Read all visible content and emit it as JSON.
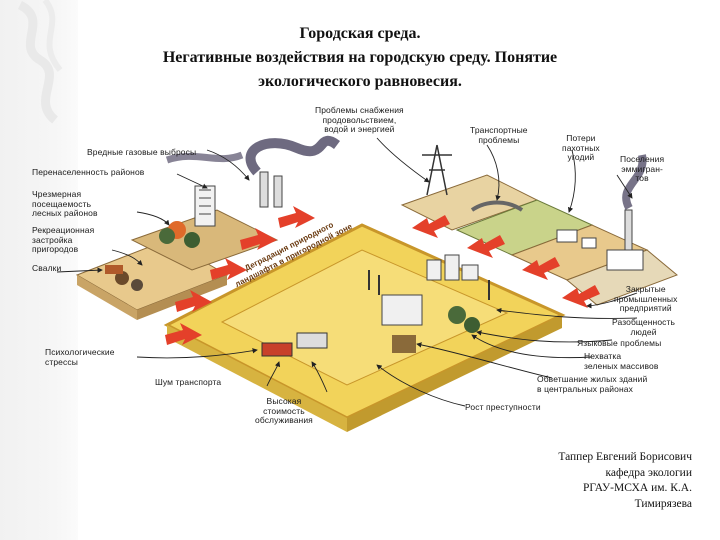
{
  "slide": {
    "title_line1": "Городская среда.",
    "title_line2": "Негативные воздействия на городскую среду. Понятие",
    "title_line3": "экологического равновесия."
  },
  "diagram": {
    "labels": {
      "supply_problems": "Проблемы снабжения\nпродовольствием,\nводой и энергией",
      "transport_problems": "Транспортные\nпроблемы",
      "arable_loss": "Потери\nпахотных\nугодий",
      "emigrant_settlements": "Поселения\nэммигран-\nтов",
      "harmful_emissions": "Вредные газовые выбросы",
      "overpopulation": "Перенаселенность районов",
      "forest_overuse": "Чрезмерная\nпосещаемость\nлесных районов",
      "recreational_building": "Рекреационная\nзастройка\nпригородов",
      "dumps": "Свалки",
      "closed_enterprises": "Закрытые\nпромышленных\nпредприятий",
      "social_isolation": "Разобщенность\nлюдей",
      "language_problems": "Языковые проблемы",
      "green_shortage": "Нехватка\nзеленых массивов",
      "housing_decay": "Обветшание жилых зданий\nв центральных районах",
      "crime_growth": "Рост преступности",
      "high_service_cost": "Высокая\nстоимость\nобслуживания",
      "transport_noise": "Шум транспорта",
      "psych_stress": "Психологические\nстрессы",
      "zone_text": "Деградация природного\nландшафта в пригородной зоне"
    }
  },
  "credit": {
    "line1": "Таппер Евгений Борисович",
    "line2": "кафедра экологии",
    "line3": "РГАУ-МСХА им. К.А.",
    "line4": "Тимирязева"
  },
  "colors": {
    "zone_fill": "#f2d35a",
    "zone_border": "#c8962a",
    "arrow": "#e4402a",
    "smoke": "#55506a",
    "sand": "#e8c98c"
  }
}
